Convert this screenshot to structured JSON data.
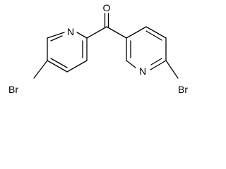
{
  "structure": {
    "atoms": {
      "carbonyl_oxygen": "O",
      "left_ring_nitrogen": "N",
      "right_ring_nitrogen": "N",
      "left_bromine": "Br",
      "right_bromine": "Br"
    }
  }
}
